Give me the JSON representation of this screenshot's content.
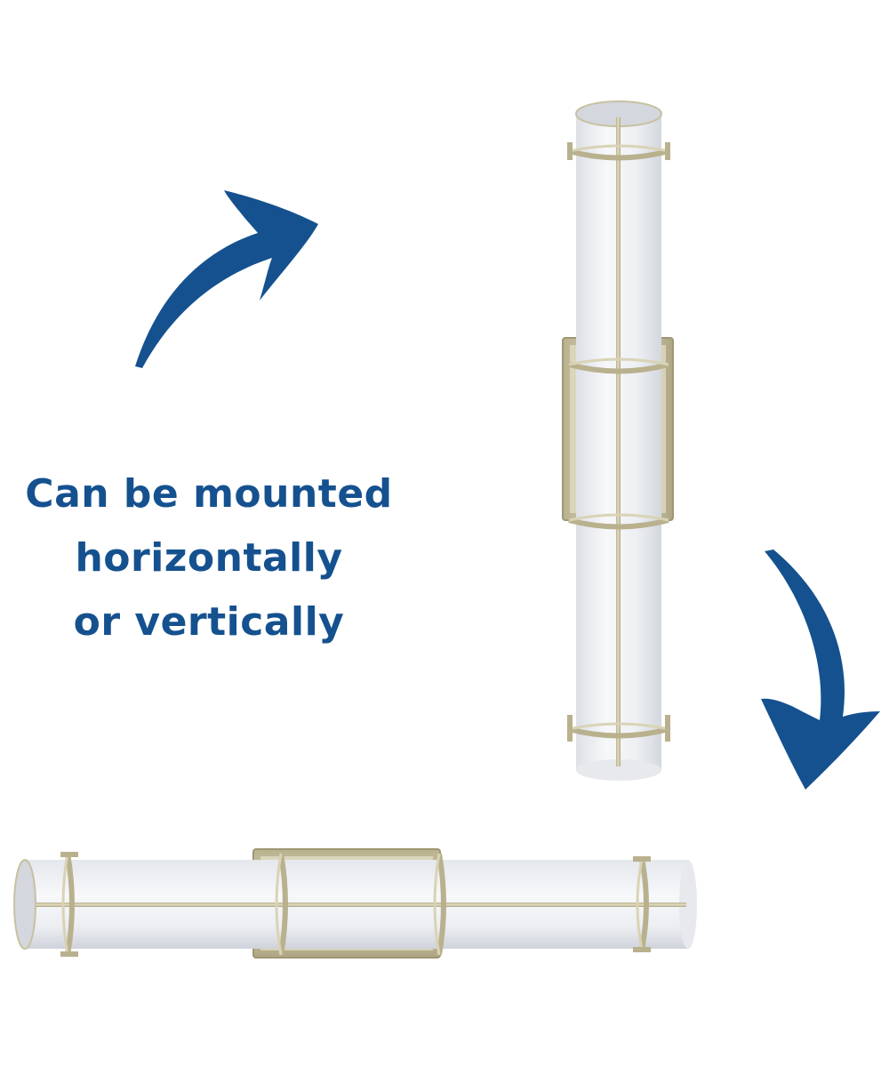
{
  "headline": {
    "lines": [
      "Can be mounted",
      "horizontally",
      "or vertically"
    ]
  },
  "colors": {
    "accent_blue": "#15518f",
    "glass": "#f1f2f4",
    "glass_shade": "#d9dce2",
    "metal": "#cfc8a6",
    "metal_dark": "#a9a180"
  }
}
